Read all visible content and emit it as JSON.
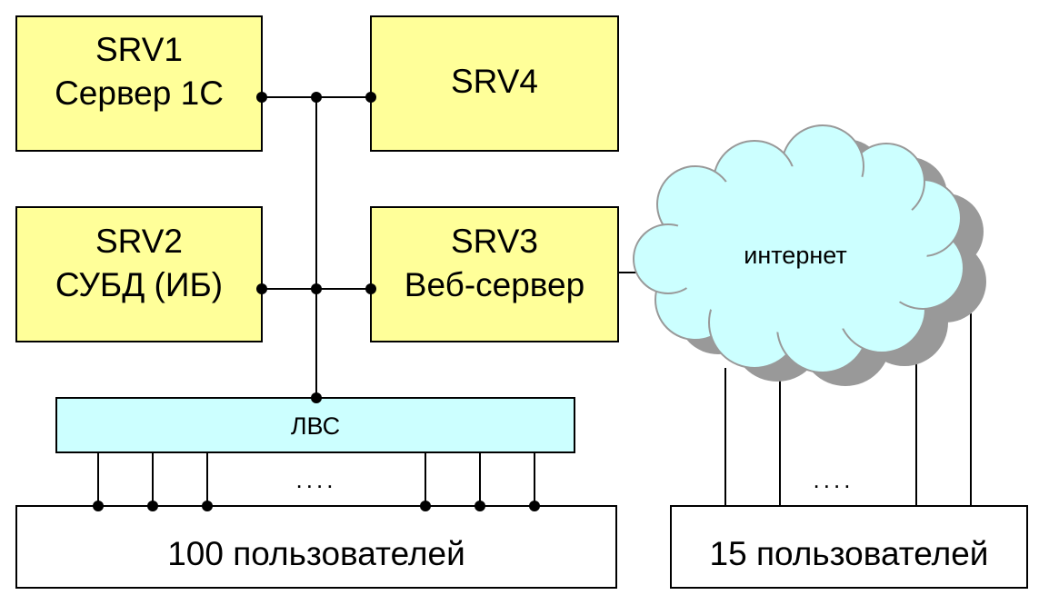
{
  "diagram": {
    "colors": {
      "server_fill": "#ffff99",
      "lan_fill": "#ccffff",
      "cloud_fill": "#ccffff",
      "cloud_shadow": "#999999",
      "users_fill": "#ffffff",
      "line": "#000000"
    },
    "servers": {
      "srv1": {
        "name": "SRV1",
        "role": "Сервер 1С"
      },
      "srv2": {
        "name": "SRV2",
        "role": "СУБД (ИБ)"
      },
      "srv3": {
        "name": "SRV3",
        "role": "Веб-сервер"
      },
      "srv4": {
        "name": "SRV4"
      }
    },
    "lan": {
      "label": "ЛВС"
    },
    "internet": {
      "label": "интернет"
    },
    "local_users": {
      "label": "100 пользователей",
      "dots": "...."
    },
    "remote_users": {
      "label": "15 пользователей",
      "dots": "...."
    }
  }
}
